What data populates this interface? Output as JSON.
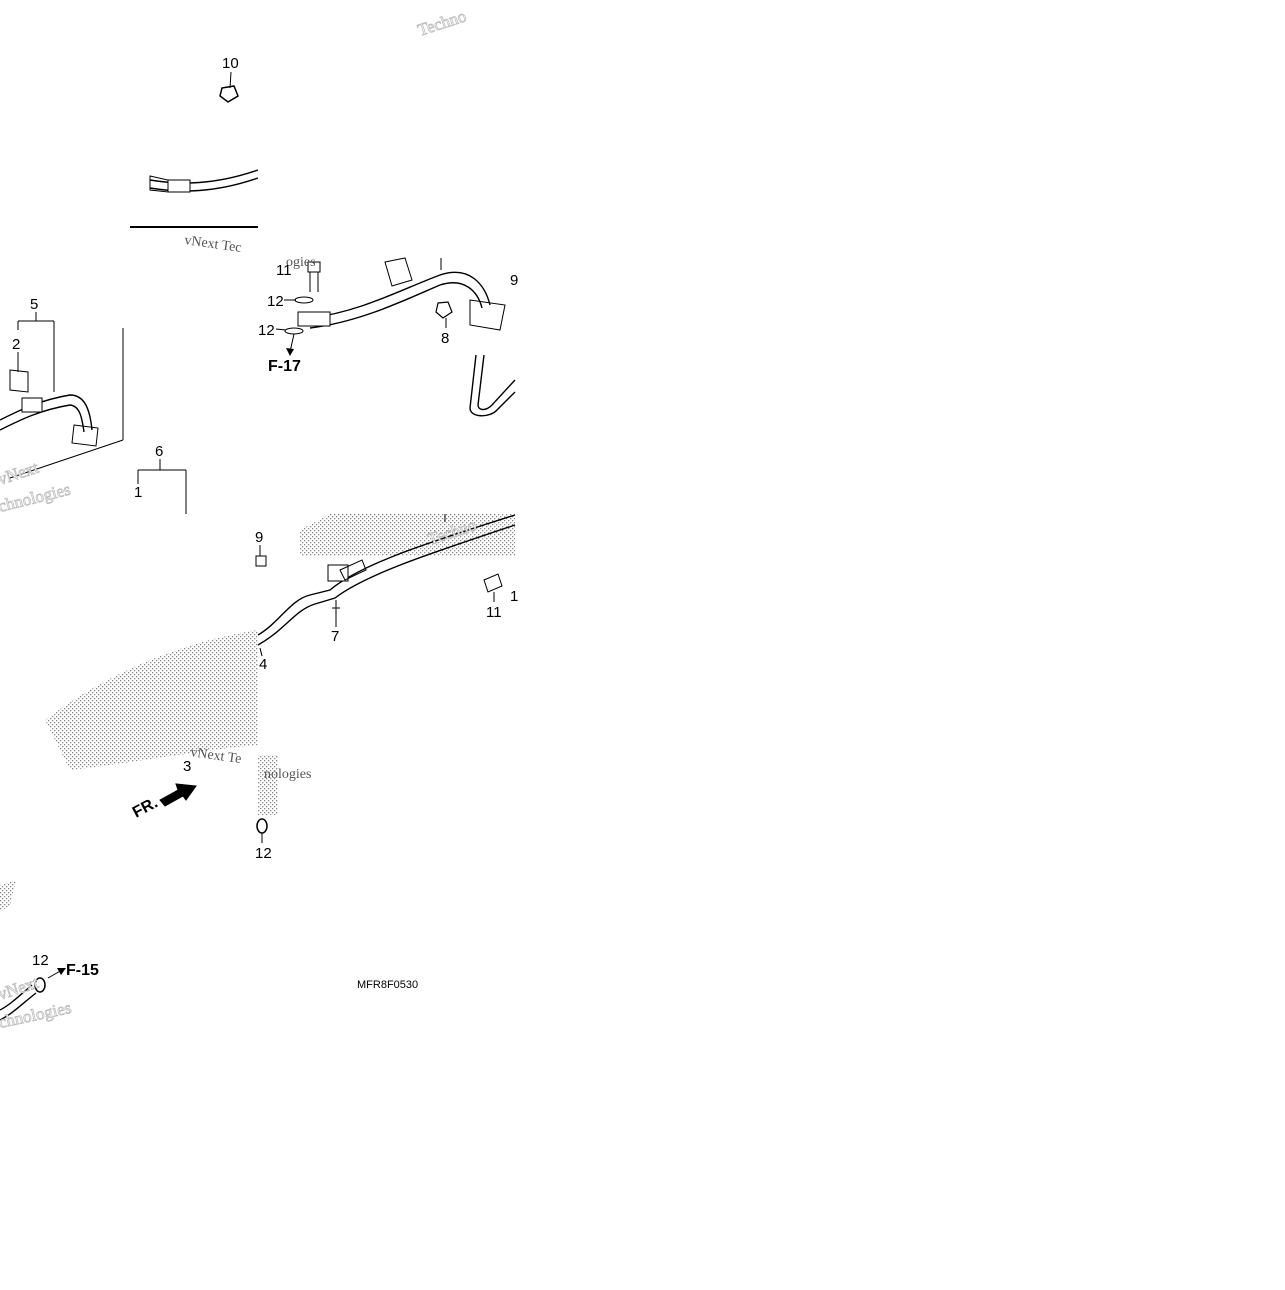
{
  "diagram": {
    "code": "MFR8F0530",
    "front_label": "FR.",
    "refs": {
      "f17": "F-17",
      "f15": "F-15"
    },
    "callouts": {
      "c10": "10",
      "c11a": "11",
      "c12a": "12",
      "c12b": "12",
      "c8": "8",
      "c9a": "9",
      "c5": "5",
      "c2": "2",
      "c6": "6",
      "c1": "1",
      "c9b": "9",
      "c7": "7",
      "c11b": "11",
      "c1b": "1",
      "c4": "4",
      "c3": "3",
      "c12c": "12",
      "c12d": "12"
    },
    "watermarks": {
      "w1": "Techno",
      "w2": "vNext Tec",
      "w3": "ogies",
      "w4": "vNext",
      "w5": "chnologies",
      "w6": "Techno",
      "w7": "vNext Te",
      "w8": "nologies",
      "w9": "vNext",
      "w10": "chnologies"
    }
  }
}
